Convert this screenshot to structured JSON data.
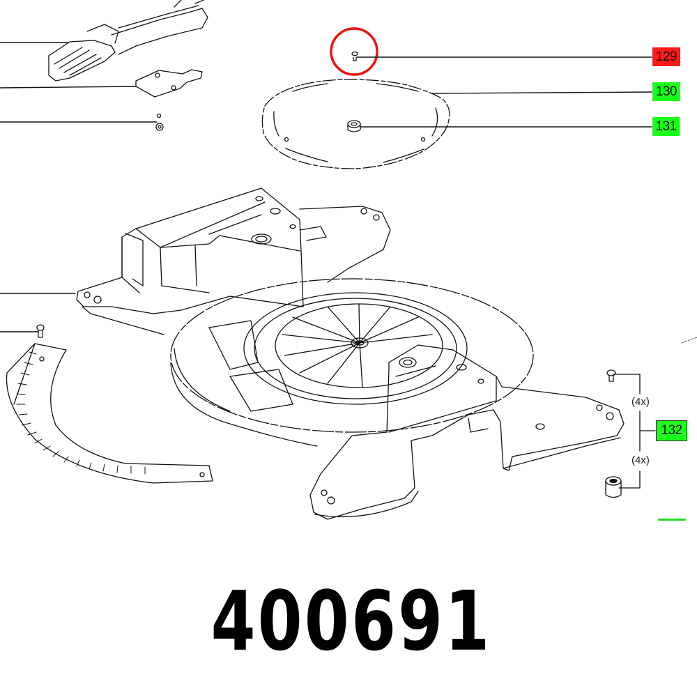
{
  "diagram": {
    "type": "exploded-parts-view",
    "part_number": "400691",
    "highlighted_part": {
      "callout": "129",
      "marker": "red-circle",
      "color": "#ff1a1a"
    },
    "callouts": [
      {
        "id": "129",
        "label": "129",
        "color": "#ff1a1a",
        "state": "selected"
      },
      {
        "id": "130",
        "label": "130",
        "color": "#1aff1a",
        "state": "available"
      },
      {
        "id": "131",
        "label": "131",
        "color": "#1aff1a",
        "state": "available"
      },
      {
        "id": "132",
        "label": "132",
        "color": "#1aff1a",
        "state": "available"
      }
    ],
    "quantities": [
      {
        "label": "(4x)",
        "ref": "132-upper"
      },
      {
        "label": "(4x)",
        "ref": "132-lower"
      }
    ],
    "parts": [
      "handle-lever",
      "bracket-plate",
      "small-nut",
      "screw-129",
      "cover-disc-130",
      "center-nut-131",
      "base-housing",
      "screw",
      "angle-scale",
      "turntable",
      "foot-screw-132",
      "foot-pad-132"
    ]
  }
}
